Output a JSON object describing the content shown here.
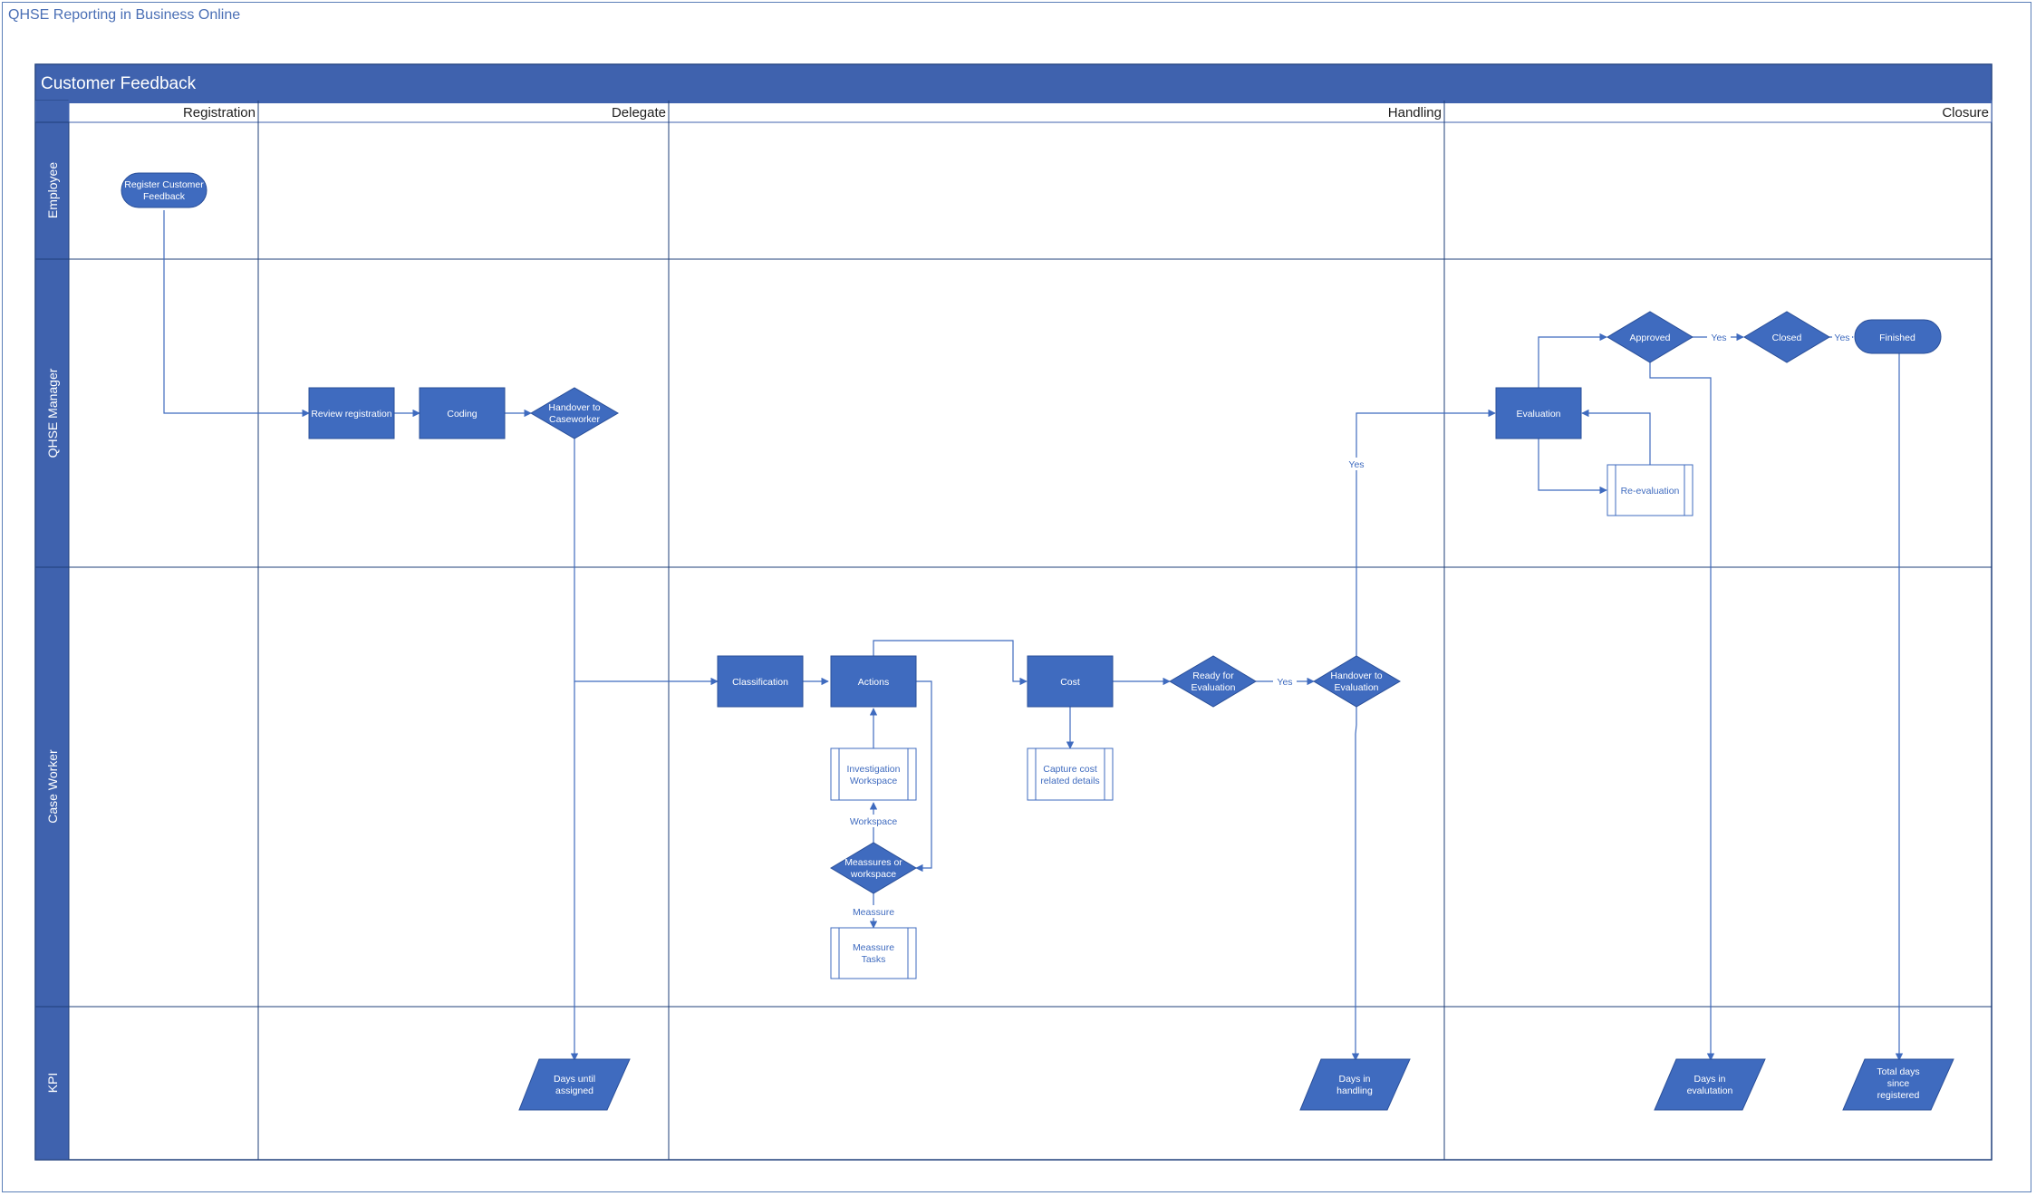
{
  "window": {
    "title": "QHSE Reporting in Business Online"
  },
  "pool": {
    "title": "Customer Feedback"
  },
  "phases": [
    "Registration",
    "Delegate",
    "Handling",
    "Closure"
  ],
  "lanes": [
    "Employee",
    "QHSE Manager",
    "Case Worker",
    "KPI"
  ],
  "colors": {
    "fill": "#3f6bbf",
    "line": "#3f6bbf",
    "header": "#3f62ae",
    "lane_header": "#3f62ae",
    "border": "#1f3f7a"
  },
  "nodes": {
    "register": [
      "Register Customer",
      "Feedback"
    ],
    "review": [
      "Review registration"
    ],
    "coding": [
      "Coding"
    ],
    "handover_cw": [
      "Handover to",
      "Caseworker"
    ],
    "classification": [
      "Classification"
    ],
    "actions": [
      "Actions"
    ],
    "investigation": [
      "Investigation",
      "Workspace"
    ],
    "measures_decision": [
      "Meassures or",
      "workspace"
    ],
    "measure_tasks": [
      "Meassure",
      "Tasks"
    ],
    "cost": [
      "Cost"
    ],
    "capture_cost": [
      "Capture cost",
      "related details"
    ],
    "ready_eval": [
      "Ready for",
      "Evaluation"
    ],
    "handover_eval": [
      "Handover to",
      "Evaluation"
    ],
    "evaluation": [
      "Evaluation"
    ],
    "reevaluation": [
      "Re-evaluation"
    ],
    "approved": [
      "Approved"
    ],
    "closed": [
      "Closed"
    ],
    "finished": [
      "Finished"
    ],
    "kpi_assigned": [
      "Days until",
      "assigned"
    ],
    "kpi_handling": [
      "Days in",
      "handling"
    ],
    "kpi_evaluation": [
      "Days in",
      "evalutation"
    ],
    "kpi_total": [
      "Total days",
      "since",
      "registered"
    ]
  },
  "edge_labels": {
    "workspace": "Workspace",
    "measure": "Meassure",
    "yes_ready": "Yes",
    "yes_handover": "Yes",
    "yes_approved": "Yes",
    "yes_closed": "Yes"
  }
}
